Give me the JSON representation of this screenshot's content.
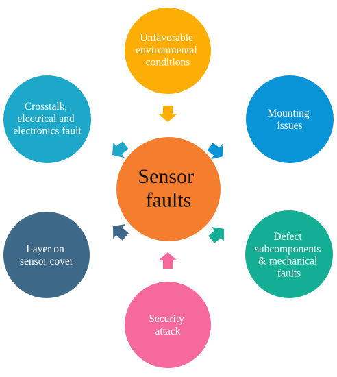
{
  "diagram": {
    "center": {
      "lines": [
        "Sensor",
        "faults"
      ],
      "color": "#F57E2E",
      "text_color": "#111111"
    },
    "nodes": [
      {
        "id": "unfavorable-environmental-conditions",
        "lines": [
          "Unfavorable",
          "environmental",
          "conditions"
        ],
        "color": "#FCAE05",
        "arrow_color": "#FCAE05"
      },
      {
        "id": "mounting-issues",
        "lines": [
          "Mounting",
          "issues"
        ],
        "color": "#0A94D8",
        "arrow_color": "#0A94D8"
      },
      {
        "id": "defect-subcomponents-mechanical-faults",
        "lines": [
          "Defect",
          "subcomponents",
          "& mechanical",
          "faults"
        ],
        "color": "#13AE93",
        "arrow_color": "#13AE93"
      },
      {
        "id": "security-attack",
        "lines": [
          "Security",
          "attack"
        ],
        "color": "#F6699D",
        "arrow_color": "#F6699D"
      },
      {
        "id": "layer-on-sensor-cover",
        "lines": [
          "Layer on",
          "sensor cover"
        ],
        "color": "#3E6887",
        "arrow_color": "#3E6887"
      },
      {
        "id": "crosstalk-electrical-electronics-fault",
        "lines": [
          "Crosstalk,",
          "electrical and",
          "electronics fault"
        ],
        "color": "#1DA7C8",
        "arrow_color": "#1DA7C8"
      }
    ]
  }
}
